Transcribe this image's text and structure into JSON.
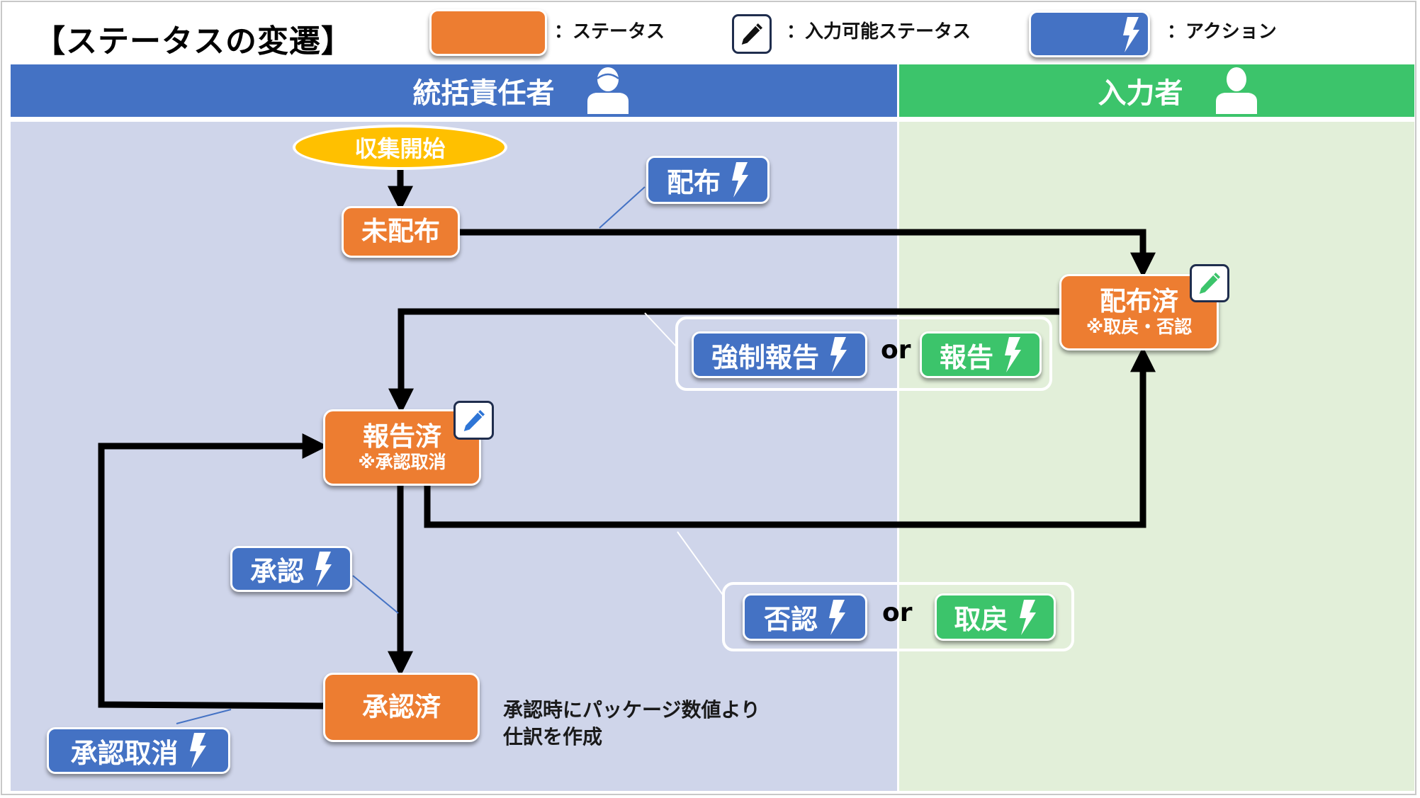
{
  "title": "【ステータスの変遷】",
  "legend": {
    "status_label": "：ステータス",
    "editable_label": "：入力可能ステータス",
    "action_label": "：アクション",
    "icons": {
      "editable": "pencil-icon",
      "action": "lightning-bolt-icon"
    }
  },
  "lanes": [
    {
      "label": "統括責任者",
      "icon": "manager-person-icon",
      "color": "#4472c4",
      "body_color": "#cfd5ea"
    },
    {
      "label": "入力者",
      "icon": "person-icon",
      "color": "#3cc46b",
      "body_color": "#e2efd9"
    }
  ],
  "colors": {
    "status": "#ed7d31",
    "start": "#ffc000",
    "action_manager": "#4472c4",
    "action_inputter": "#3cc46b",
    "pencil_green": "#3cc46b",
    "pencil_blue": "#2e75d6"
  },
  "nodes": {
    "start": {
      "label": "収集開始"
    },
    "undistributed": {
      "label": "未配布"
    },
    "distributed": {
      "label": "配布済",
      "note": "※取戻・否認",
      "editable": true
    },
    "reported": {
      "label": "報告済",
      "note": "※承認取消",
      "editable": true
    },
    "approved": {
      "label": "承認済"
    }
  },
  "actions": {
    "distribute": {
      "label": "配布"
    },
    "force_report": {
      "label": "強制報告"
    },
    "report": {
      "label": "報告"
    },
    "approve": {
      "label": "承認"
    },
    "cancel_approval": {
      "label": "承認取消"
    },
    "reject": {
      "label": "否認"
    },
    "retrieve": {
      "label": "取戻"
    },
    "or_label": "or"
  },
  "note": {
    "line1": "承認時にパッケージ数値より",
    "line2": "仕訳を作成"
  }
}
